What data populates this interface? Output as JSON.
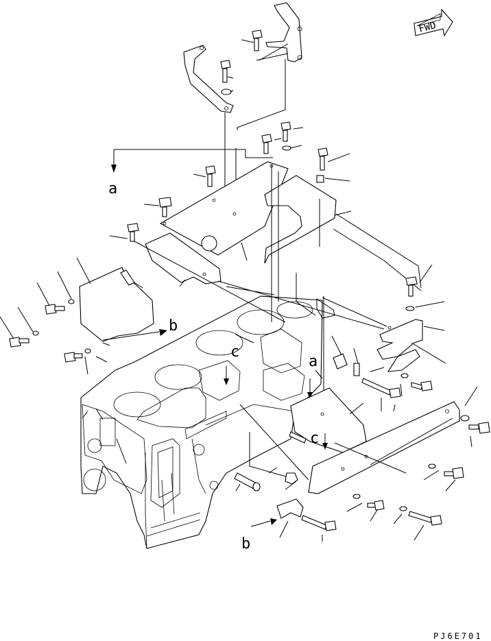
{
  "diagram": {
    "fwd_label": "FWD",
    "drawing_code": "PJ6E701",
    "reference_letters": {
      "a_top": "a",
      "a_right": "a",
      "b_left": "b",
      "b_bottom": "b",
      "c_center": "c",
      "c_right": "c"
    }
  }
}
